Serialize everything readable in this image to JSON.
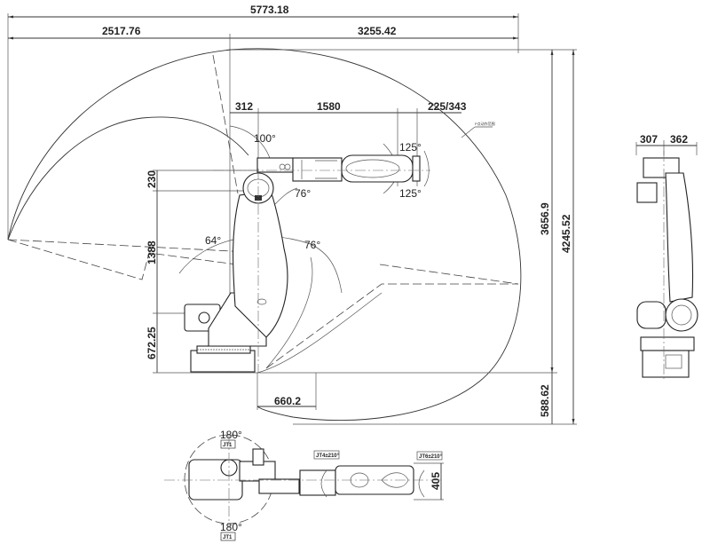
{
  "drawing": {
    "type": "robot-arm-working-range-drawing",
    "side_view": {
      "dimensions": {
        "total_reach_width": "5773.18",
        "rear_reach": "2517.76",
        "front_reach": "3255.42",
        "j2_offset": "312",
        "upper_arm_length": "1580",
        "wrist_flange": "225/343",
        "elbow_offset": "230",
        "lower_arm_length": "1388",
        "base_height": "672.25",
        "base_front_clearance": "660.2",
        "upper_height": "3656.9",
        "total_height": "4245.52",
        "below_base": "588.62"
      },
      "angles": {
        "j3_upper": "100°",
        "j5_up": "125°",
        "j5_down": "125°",
        "j3_lower": "76°",
        "j2_back": "64°",
        "j2_front": "76°"
      },
      "leader_note": "P点动作范围"
    },
    "front_view": {
      "dimensions": {
        "left_width": "307",
        "right_width": "362"
      }
    },
    "top_view": {
      "j1_top_angle": "180°",
      "j1_top_tag": "JT1",
      "j1_bottom_angle": "180°",
      "j1_bottom_tag": "JT1",
      "j4_range": "JT4±210°",
      "j6_range": "JT6±210°",
      "flange_width": "405"
    }
  }
}
